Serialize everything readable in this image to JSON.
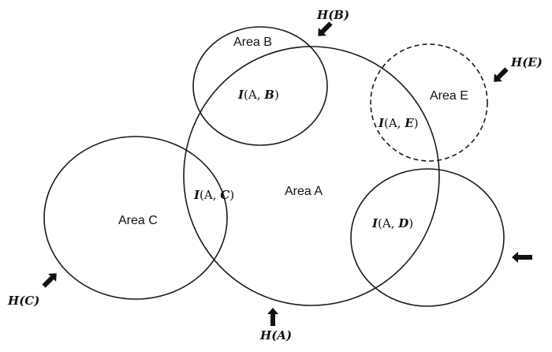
{
  "areas": {
    "a": "Area A",
    "b": "Area B",
    "c": "Area C",
    "e": "Area E"
  },
  "intersections": {
    "ab": {
      "fn": "I",
      "open": "(",
      "first": "A",
      "sep": ", ",
      "second": "B",
      "close": ")"
    },
    "ae": {
      "fn": "I",
      "open": "(",
      "first": "A",
      "sep": ", ",
      "second": "E",
      "close": ")"
    },
    "ac": {
      "fn": "I",
      "open": "(",
      "first": "A",
      "sep": ", ",
      "second": "C",
      "close": ")"
    },
    "ad": {
      "fn": "I",
      "open": "(",
      "first": "A",
      "sep": ", ",
      "second": "D",
      "close": ")"
    }
  },
  "boundaries": {
    "b": {
      "fn": "H",
      "open": "(",
      "arg": "B",
      "close": ")"
    },
    "e": {
      "fn": "H",
      "open": "(",
      "arg": "E",
      "close": ")"
    },
    "c": {
      "fn": "H",
      "open": "(",
      "arg": "C",
      "close": ")"
    },
    "a": {
      "fn": "H",
      "open": "(",
      "arg": "A",
      "close": ")"
    }
  },
  "colors": {
    "stroke": "#1a1a1a",
    "text": "#111111",
    "background": "#ffffff"
  },
  "line_styles": {
    "area_e": "dashed",
    "others": "solid"
  }
}
